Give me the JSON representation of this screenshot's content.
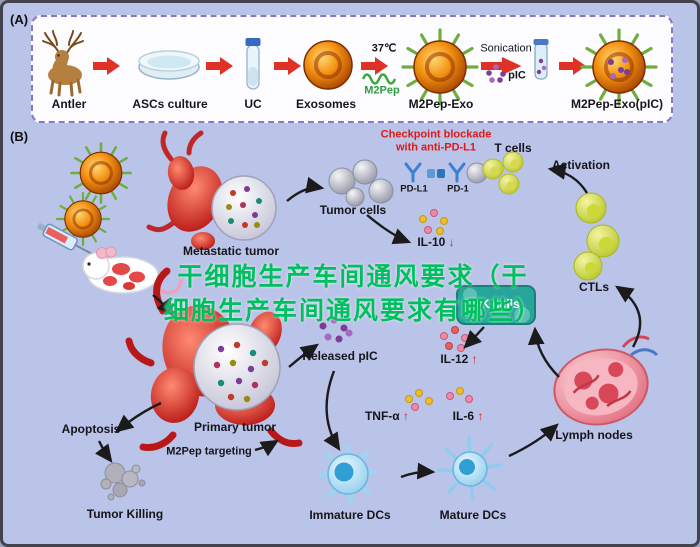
{
  "panel_a": {
    "tag": "(A)",
    "steps": [
      {
        "label": "Antler"
      },
      {
        "label": "ASCs culture"
      },
      {
        "label": "UC"
      },
      {
        "label": "Exosomes"
      },
      {
        "label": "M2Pep-Exo"
      },
      {
        "label": "M2Pep-Exo(pIC)"
      }
    ],
    "temperature": "37℃",
    "m2pep_label": "M2Pep",
    "sonication_label": "Sonication",
    "pic_label": "pIC"
  },
  "panel_b": {
    "tag": "(B)",
    "checkpoint_line1": "Checkpoint blockade",
    "checkpoint_line2": "with anti-PD-L1",
    "t_cells": "T cells",
    "activation": "Activation",
    "tumor_cells": "Tumor cells",
    "pd_l1": "PD-L1",
    "pd_1": "PD-1",
    "metastatic_tumor": "Metastatic tumor",
    "ctls": "CTLs",
    "nk_cells": "NK cells",
    "released_pic": "Released pIC",
    "lymph_nodes": "Lymph nodes",
    "apoptosis": "Apoptosis",
    "primary_tumor": "Primary tumor",
    "m2pep_targeting": "M2Pep targeting",
    "tumor_killing": "Tumor Killing",
    "immature_dcs": "Immature DCs",
    "mature_dcs": "Mature DCs",
    "cytokines": {
      "il10": {
        "label": "IL-10",
        "arrow": "↓",
        "trend": "down"
      },
      "il12": {
        "label": "IL-12",
        "arrow": "↑",
        "trend": "up"
      },
      "tnf_a": {
        "label": "TNF-α",
        "arrow": "↑",
        "trend": "up"
      },
      "il6": {
        "label": "IL-6",
        "arrow": "↑",
        "trend": "up"
      }
    }
  },
  "watermark": {
    "line1": "干细胞生产车间通风要求（干",
    "line2": "细胞生产车间通风要求有哪些）"
  },
  "colors": {
    "background": "#bac3e8",
    "panel_border": "#8678c8",
    "step_arrow": "#e03127",
    "checkpoint_text": "#e01818",
    "watermark_green": "#00bf5f",
    "nk_box": "#26a69a"
  }
}
